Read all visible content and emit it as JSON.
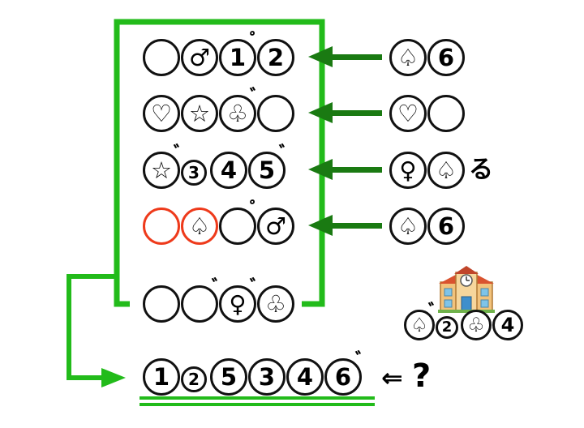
{
  "colors": {
    "bracket": "#22bb1a",
    "arrow": "#1a7a12",
    "circle_border": "#111111",
    "highlight_border": "#ee3a1b"
  },
  "left_rows": [
    [
      {
        "g": "",
        "mark": ""
      },
      {
        "g": "♂",
        "mark": ""
      },
      {
        "g": "1",
        "mark": "゜"
      },
      {
        "g": "2",
        "mark": ""
      }
    ],
    [
      {
        "g": "♡",
        "mark": ""
      },
      {
        "g": "☆",
        "mark": ""
      },
      {
        "g": "♧",
        "mark": "゛"
      },
      {
        "g": "",
        "mark": ""
      }
    ],
    [
      {
        "g": "☆",
        "mark": "゛"
      },
      {
        "g": "3",
        "mark": "",
        "small": true
      },
      {
        "g": "4",
        "mark": ""
      },
      {
        "g": "5",
        "mark": "゛"
      }
    ],
    [
      {
        "g": "",
        "mark": "",
        "red": true
      },
      {
        "g": "♤",
        "mark": "",
        "red": true
      },
      {
        "g": "",
        "mark": "゜"
      },
      {
        "g": "♂",
        "mark": ""
      }
    ],
    [
      {
        "g": "",
        "mark": ""
      },
      {
        "g": "",
        "mark": "゛"
      },
      {
        "g": "♀",
        "mark": "゛"
      },
      {
        "g": "♧",
        "mark": ""
      }
    ]
  ],
  "right_rows": [
    {
      "circles": [
        {
          "g": "♤"
        },
        {
          "g": "6"
        }
      ],
      "suffix": ""
    },
    {
      "circles": [
        {
          "g": "♡"
        },
        {
          "g": ""
        }
      ],
      "suffix": ""
    },
    {
      "circles": [
        {
          "g": "♀"
        },
        {
          "g": "♤"
        }
      ],
      "suffix": "る"
    },
    {
      "circles": [
        {
          "g": "♤"
        },
        {
          "g": "6"
        }
      ],
      "suffix": ""
    }
  ],
  "school": {
    "icon": "school-building-icon",
    "circles": [
      {
        "g": "♤",
        "mark": "゛"
      },
      {
        "g": "2",
        "mark": "",
        "small": true
      },
      {
        "g": "♧",
        "mark": ""
      },
      {
        "g": "4",
        "mark": ""
      }
    ]
  },
  "answer": {
    "circles": [
      {
        "g": "1",
        "mark": ""
      },
      {
        "g": "2",
        "mark": "",
        "small": true
      },
      {
        "g": "5",
        "mark": ""
      },
      {
        "g": "3",
        "mark": ""
      },
      {
        "g": "4",
        "mark": ""
      },
      {
        "g": "6",
        "mark": "゛"
      }
    ],
    "arrow_text": "⇐",
    "question_text": "?"
  }
}
